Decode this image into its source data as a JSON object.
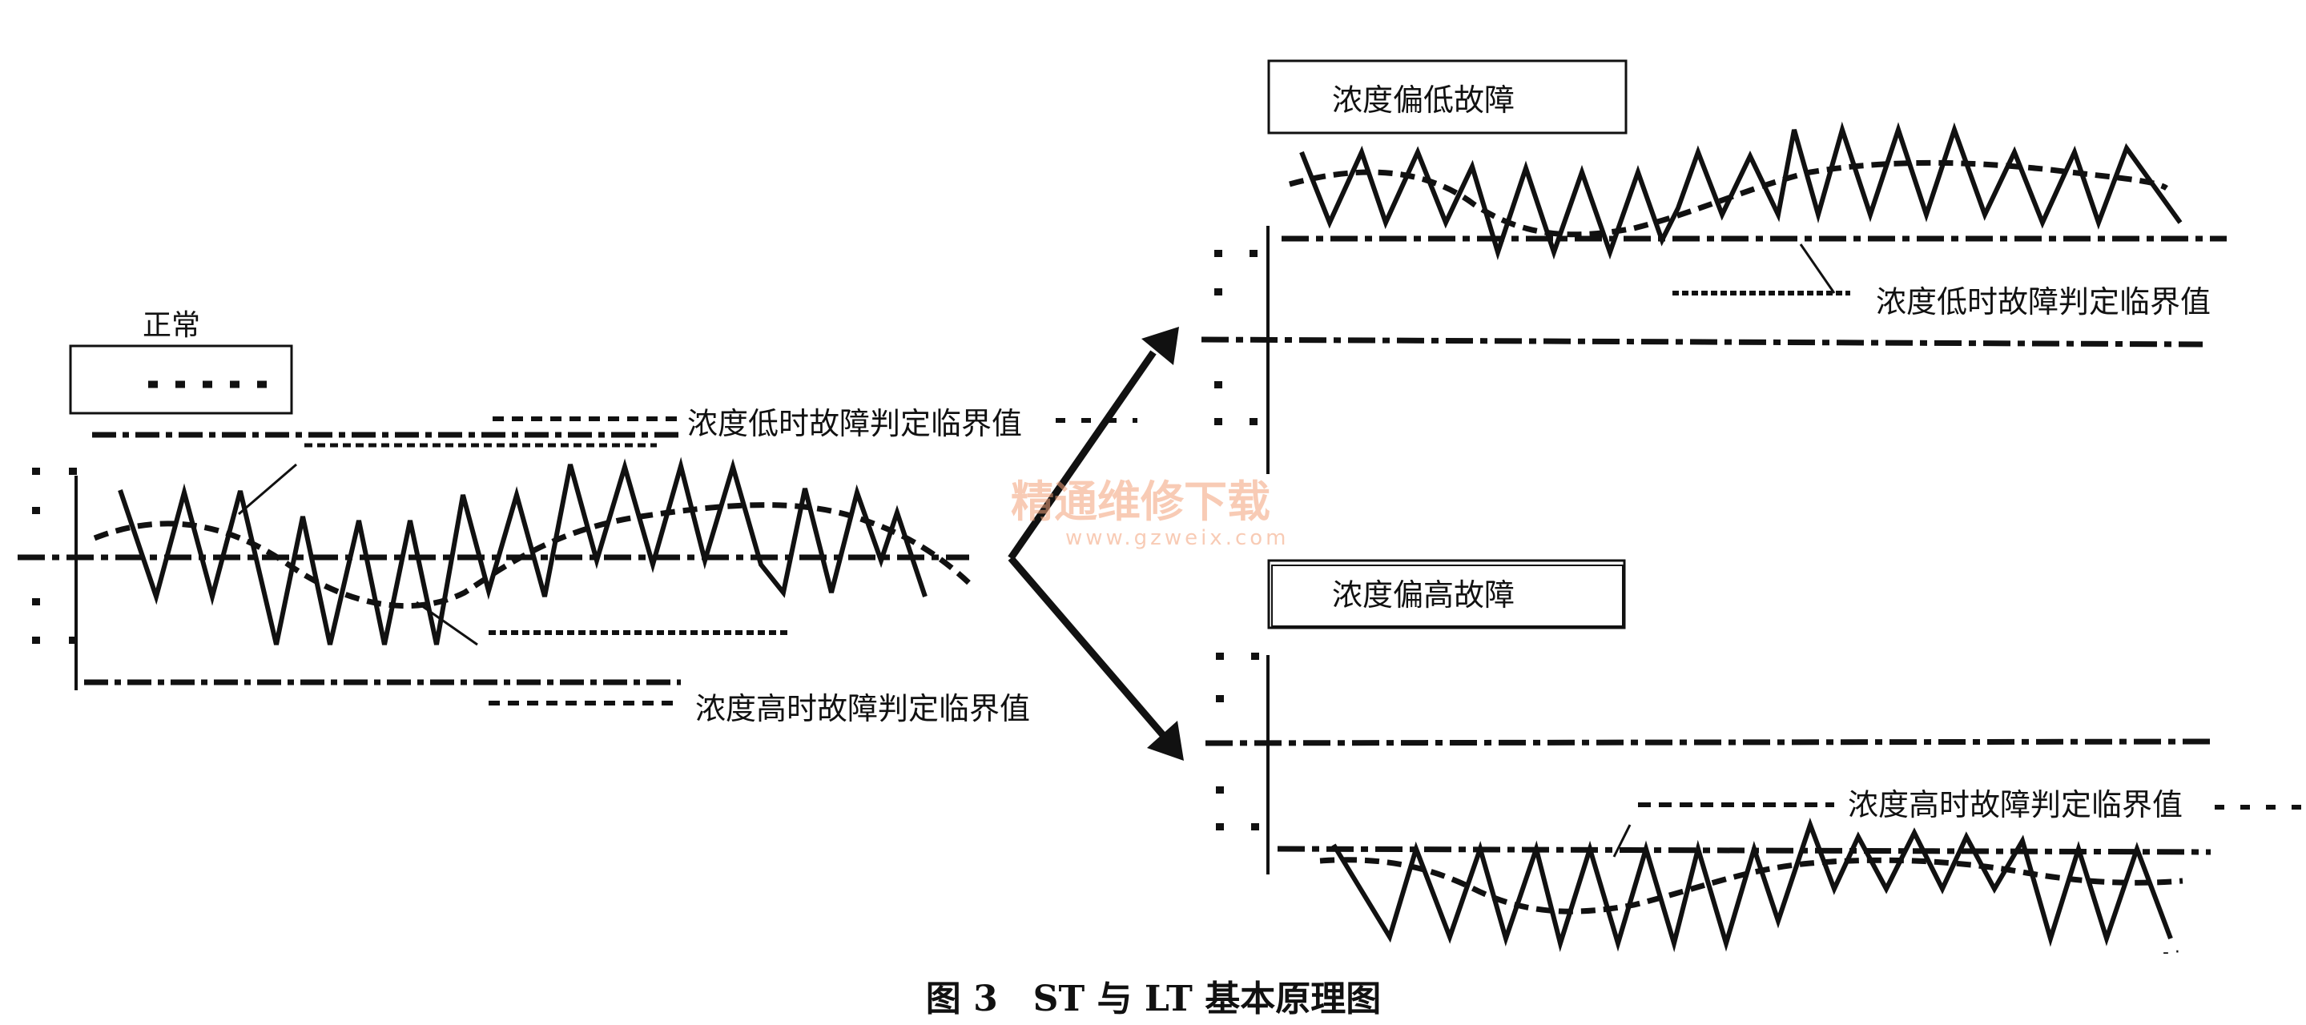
{
  "normal_panel": {
    "title": "正常",
    "legend_marker": "- - - -",
    "low_threshold_label": "浓度低时故障判定临界值",
    "high_threshold_label": "浓度高时故障判定临界值"
  },
  "low_fault_panel": {
    "title": "浓度偏低故障",
    "low_threshold_label": "浓度低时故障判定临界值"
  },
  "high_fault_panel": {
    "title": "浓度偏高故障",
    "high_threshold_label": "浓度高时故障判定临界值"
  },
  "watermark": {
    "line1": "精通维修下载",
    "line2": "www.gzweix.com",
    "color": "#f3a27a"
  },
  "caption": "图 3　ST 与 LT 基本原理图",
  "colors": {
    "ink": "#111111",
    "background": "#ffffff"
  },
  "icons": [
    "arrow-up-right-icon",
    "arrow-down-right-icon"
  ]
}
